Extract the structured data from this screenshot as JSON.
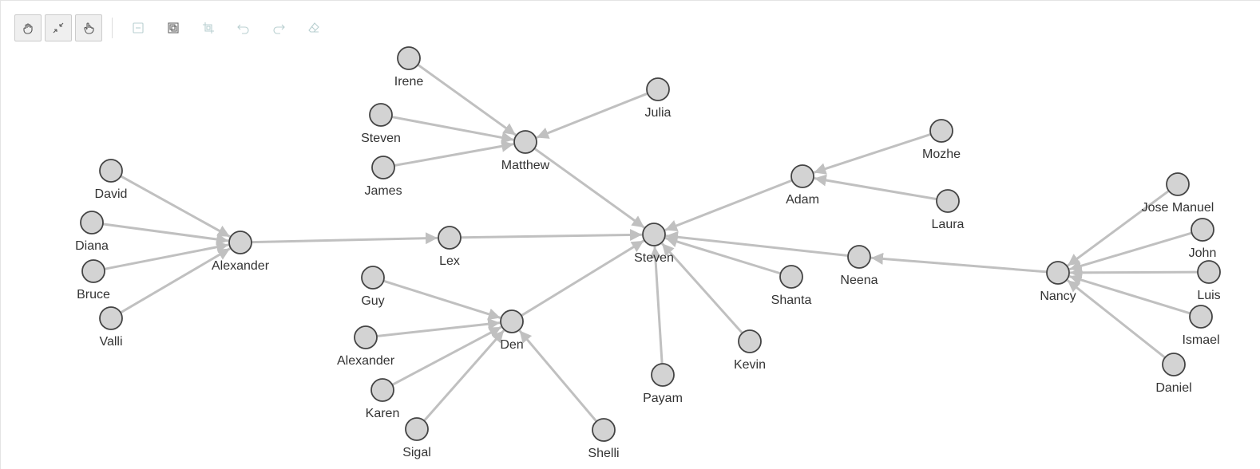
{
  "toolbar": {
    "tools": [
      {
        "id": "pan",
        "icon": "hand-icon",
        "active": true
      },
      {
        "id": "zoom-fit",
        "icon": "collapse-arrows-icon",
        "active": true
      },
      {
        "id": "select",
        "icon": "pointer-hand-icon",
        "active": true
      },
      {
        "id": "remove",
        "icon": "minus-box-icon",
        "active": false
      },
      {
        "id": "fit-frame",
        "icon": "frame-icon",
        "active": true
      },
      {
        "id": "layout",
        "icon": "layout-crop-icon",
        "active": false
      },
      {
        "id": "undo",
        "icon": "undo-icon",
        "active": false
      },
      {
        "id": "redo",
        "icon": "redo-icon",
        "active": false
      },
      {
        "id": "clear",
        "icon": "eraser-icon",
        "active": false
      }
    ]
  },
  "colors": {
    "node_fill": "#d3d3d3",
    "node_stroke": "#444444",
    "edge": "#c0c0c0"
  },
  "graph": {
    "nodes": [
      {
        "id": "irene",
        "label": "Irene"
      },
      {
        "id": "steven1",
        "label": "Steven"
      },
      {
        "id": "james",
        "label": "James"
      },
      {
        "id": "matthew",
        "label": "Matthew"
      },
      {
        "id": "julia",
        "label": "Julia"
      },
      {
        "id": "david",
        "label": "David"
      },
      {
        "id": "diana",
        "label": "Diana"
      },
      {
        "id": "bruce",
        "label": "Bruce"
      },
      {
        "id": "valli",
        "label": "Valli"
      },
      {
        "id": "alexander1",
        "label": "Alexander"
      },
      {
        "id": "lex",
        "label": "Lex"
      },
      {
        "id": "steven",
        "label": "Steven"
      },
      {
        "id": "guy",
        "label": "Guy"
      },
      {
        "id": "alexander2",
        "label": "Alexander"
      },
      {
        "id": "karen",
        "label": "Karen"
      },
      {
        "id": "sigal",
        "label": "Sigal"
      },
      {
        "id": "den",
        "label": "Den"
      },
      {
        "id": "shelli",
        "label": "Shelli"
      },
      {
        "id": "payam",
        "label": "Payam"
      },
      {
        "id": "kevin",
        "label": "Kevin"
      },
      {
        "id": "shanta",
        "label": "Shanta"
      },
      {
        "id": "adam",
        "label": "Adam"
      },
      {
        "id": "mozhe",
        "label": "Mozhe"
      },
      {
        "id": "laura",
        "label": "Laura"
      },
      {
        "id": "neena",
        "label": "Neena"
      },
      {
        "id": "nancy",
        "label": "Nancy"
      },
      {
        "id": "josemanuel",
        "label": "Jose Manuel"
      },
      {
        "id": "john",
        "label": "John"
      },
      {
        "id": "luis",
        "label": "Luis"
      },
      {
        "id": "ismael",
        "label": "Ismael"
      },
      {
        "id": "daniel",
        "label": "Daniel"
      }
    ],
    "edges": [
      [
        "irene",
        "matthew"
      ],
      [
        "steven1",
        "matthew"
      ],
      [
        "james",
        "matthew"
      ],
      [
        "julia",
        "matthew"
      ],
      [
        "matthew",
        "steven"
      ],
      [
        "david",
        "alexander1"
      ],
      [
        "diana",
        "alexander1"
      ],
      [
        "bruce",
        "alexander1"
      ],
      [
        "valli",
        "alexander1"
      ],
      [
        "alexander1",
        "lex"
      ],
      [
        "lex",
        "steven"
      ],
      [
        "guy",
        "den"
      ],
      [
        "alexander2",
        "den"
      ],
      [
        "karen",
        "den"
      ],
      [
        "sigal",
        "den"
      ],
      [
        "shelli",
        "den"
      ],
      [
        "den",
        "steven"
      ],
      [
        "payam",
        "steven"
      ],
      [
        "kevin",
        "steven"
      ],
      [
        "shanta",
        "steven"
      ],
      [
        "adam",
        "steven"
      ],
      [
        "mozhe",
        "adam"
      ],
      [
        "laura",
        "adam"
      ],
      [
        "neena",
        "steven"
      ],
      [
        "nancy",
        "neena"
      ],
      [
        "josemanuel",
        "nancy"
      ],
      [
        "john",
        "nancy"
      ],
      [
        "luis",
        "nancy"
      ],
      [
        "ismael",
        "nancy"
      ],
      [
        "daniel",
        "nancy"
      ]
    ]
  }
}
